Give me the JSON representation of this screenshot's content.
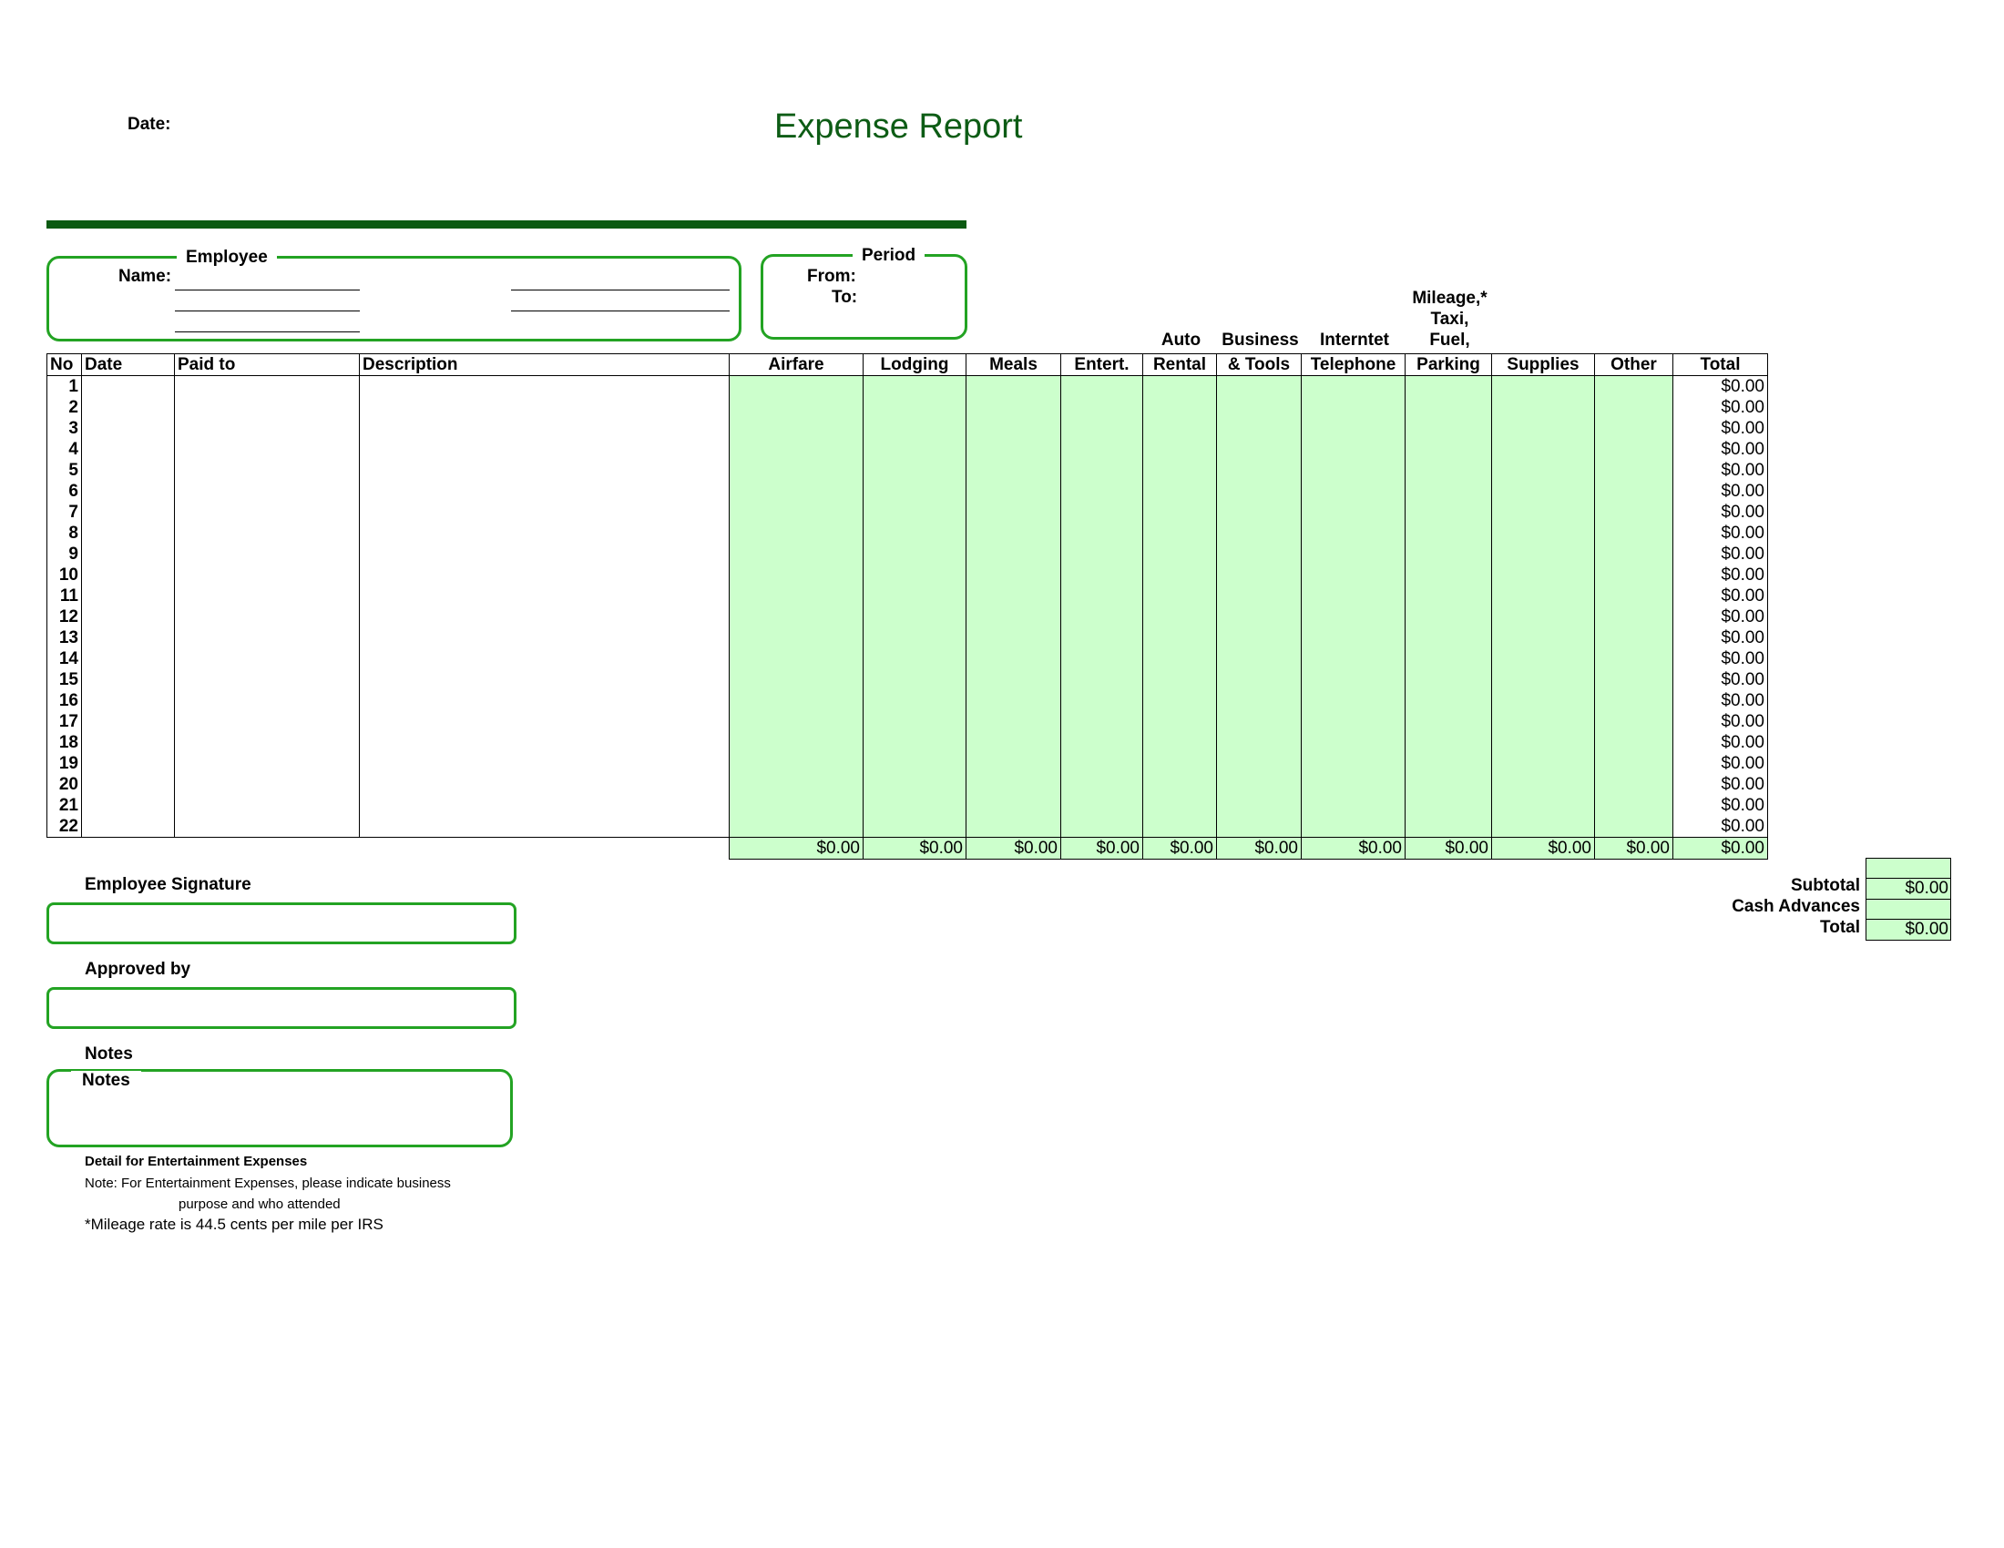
{
  "header": {
    "date_label": "Date:",
    "title": "Expense Report"
  },
  "employee_box": {
    "legend": "Employee",
    "name_label": "Name:"
  },
  "period_box": {
    "legend": "Period",
    "from_label": "From:",
    "to_label": "To:"
  },
  "table": {
    "stacked_headers": {
      "auto": "Auto",
      "business": "Business",
      "internet": "Interntet",
      "mileage_1": "Mileage,*",
      "mileage_2": "Taxi,",
      "mileage_3": "Fuel,"
    },
    "columns": [
      "No",
      "Date",
      "Paid to",
      "Description",
      "Airfare",
      "Lodging",
      "Meals",
      "Entert.",
      "Rental",
      "& Tools",
      "Telephone",
      "Parking",
      "Supplies",
      "Other",
      "Total"
    ],
    "rows": [
      {
        "no": "1",
        "total": "$0.00"
      },
      {
        "no": "2",
        "total": "$0.00"
      },
      {
        "no": "3",
        "total": "$0.00"
      },
      {
        "no": "4",
        "total": "$0.00"
      },
      {
        "no": "5",
        "total": "$0.00"
      },
      {
        "no": "6",
        "total": "$0.00"
      },
      {
        "no": "7",
        "total": "$0.00"
      },
      {
        "no": "8",
        "total": "$0.00"
      },
      {
        "no": "9",
        "total": "$0.00"
      },
      {
        "no": "10",
        "total": "$0.00"
      },
      {
        "no": "11",
        "total": "$0.00"
      },
      {
        "no": "12",
        "total": "$0.00"
      },
      {
        "no": "13",
        "total": "$0.00"
      },
      {
        "no": "14",
        "total": "$0.00"
      },
      {
        "no": "15",
        "total": "$0.00"
      },
      {
        "no": "16",
        "total": "$0.00"
      },
      {
        "no": "17",
        "total": "$0.00"
      },
      {
        "no": "18",
        "total": "$0.00"
      },
      {
        "no": "19",
        "total": "$0.00"
      },
      {
        "no": "20",
        "total": "$0.00"
      },
      {
        "no": "21",
        "total": "$0.00"
      },
      {
        "no": "22",
        "total": "$0.00"
      }
    ],
    "column_totals": [
      "$0.00",
      "$0.00",
      "$0.00",
      "$0.00",
      "$0.00",
      "$0.00",
      "$0.00",
      "$0.00",
      "$0.00",
      "$0.00",
      "$0.00"
    ]
  },
  "signature": {
    "employee_label": "Employee Signature",
    "approved_label": "Approved by",
    "notes_label": "Notes",
    "notes_box_label": "Notes"
  },
  "footer_notes": {
    "detail_heading": "Detail for Entertainment Expenses",
    "note_line1": "Note:  For Entertainment Expenses, please indicate business",
    "note_line2": "purpose and who attended",
    "mileage_note": "*Mileage rate is 44.5 cents per mile per IRS"
  },
  "summary": {
    "subtotal_label": "Subtotal",
    "subtotal_value": "$0.00",
    "cash_advances_label": "Cash Advances",
    "cash_advances_value": "",
    "total_label": "Total",
    "total_value": "$0.00"
  },
  "colors": {
    "title_green": "#0d5c15",
    "rule_green": "#0b5a12",
    "box_green": "#23a323",
    "cell_fill": "#ccffcc"
  }
}
